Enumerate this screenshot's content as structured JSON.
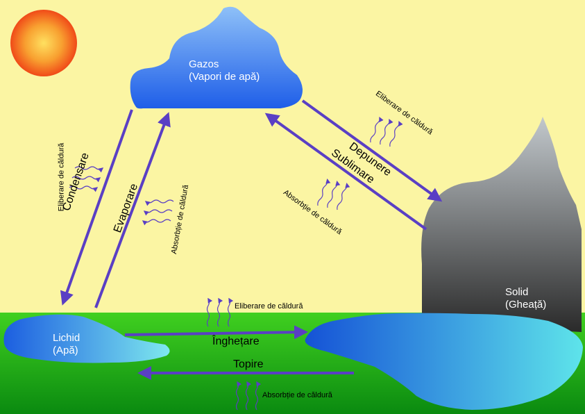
{
  "states": {
    "gas": {
      "name": "Gazos",
      "sub": "(Vapori de apă)"
    },
    "liquid": {
      "name": "Lichid",
      "sub": "(Apă)"
    },
    "solid": {
      "name": "Solid",
      "sub": "(Gheață)"
    }
  },
  "processes": {
    "condensation": "Condensare",
    "evaporation": "Evaporare",
    "deposition": "Depunere",
    "sublimation": "Sublimare",
    "freezing": "Înghețare",
    "melting": "Topire"
  },
  "heat": {
    "release": "Eliberare de căldură",
    "absorb": "Absorbție de căldură"
  },
  "colors": {
    "sky": "#fbf5a3",
    "sun": "#f05a1e",
    "arrow": "#5a3fc4",
    "water": "#1f6fe0",
    "grass": "#3ec81e"
  }
}
